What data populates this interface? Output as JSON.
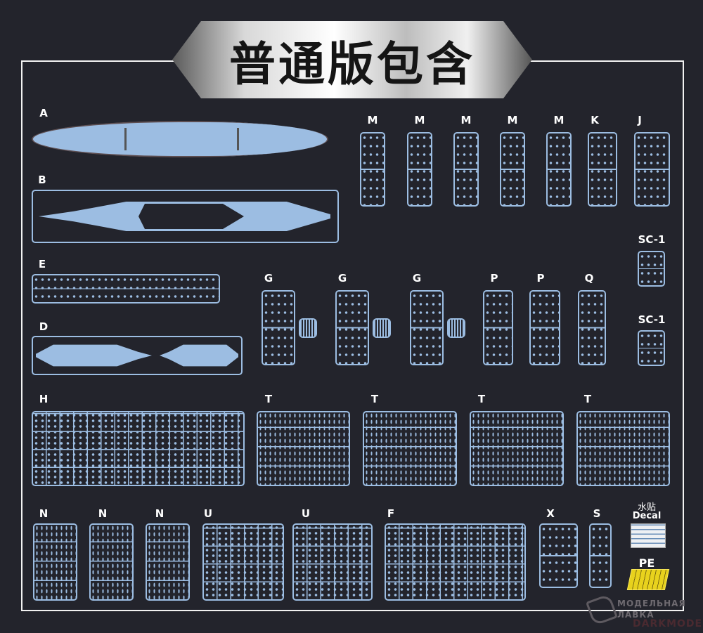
{
  "title": "普通版包含",
  "sprues": {
    "A": "A",
    "B": "B",
    "E": "E",
    "D": "D",
    "M": [
      "M",
      "M",
      "M",
      "M",
      "M"
    ],
    "K": "K",
    "J": "J",
    "SC1": [
      "SC-1",
      "SC-1"
    ],
    "G": [
      "G",
      "G",
      "G"
    ],
    "P": [
      "P",
      "P"
    ],
    "Q": "Q",
    "H": "H",
    "T": [
      "T",
      "T",
      "T",
      "T"
    ],
    "N": [
      "N",
      "N",
      "N"
    ],
    "U": [
      "U",
      "U"
    ],
    "F": "F",
    "X": "X",
    "S": "S"
  },
  "decal": {
    "label_cn": "水贴",
    "label_en": "Decal"
  },
  "pe": {
    "label": "PE"
  },
  "watermark": {
    "line1": "МОДЕЛЬНАЯ",
    "line2": "ЛАВКА",
    "line3": "DARKMODEL"
  },
  "colors": {
    "background": "#23242c",
    "sprue": "#9cbde2",
    "pe": "#e8d21d"
  }
}
